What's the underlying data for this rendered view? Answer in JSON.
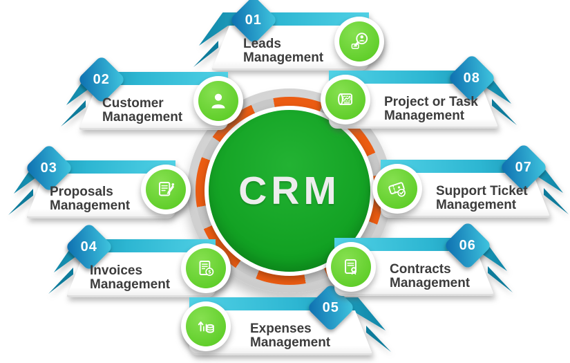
{
  "diagram_title": "CRM",
  "center": {
    "label": "CRM"
  },
  "colors": {
    "center_green": "#12a024",
    "icon_circle_green": "#6fd636",
    "ring_orange": "#eb5c12",
    "ring_gray": "#c8c8c8",
    "ribbon_teal": "#2db6d2",
    "ribbon_tail_teal": "#0d7b9b",
    "badge_blue_dark": "#0c6cae",
    "badge_blue_light": "#41c8e0",
    "label_text": "#3c3c3c"
  },
  "modules": [
    {
      "number": "01",
      "label": "Leads Management",
      "icon": "leads-search-person-icon",
      "position": "top"
    },
    {
      "number": "02",
      "label": "Customer Management",
      "icon": "customer-person-icon",
      "position": "upper-left"
    },
    {
      "number": "03",
      "label": "Proposals Management",
      "icon": "proposal-document-pen-icon",
      "position": "left"
    },
    {
      "number": "04",
      "label": "Invoices Management",
      "icon": "invoice-bill-coin-icon",
      "position": "lower-left"
    },
    {
      "number": "05",
      "label": "Expenses Management",
      "icon": "expenses-chart-coins-icon",
      "position": "bottom"
    },
    {
      "number": "06",
      "label": "Contracts Management",
      "icon": "contract-certificate-icon",
      "position": "lower-right"
    },
    {
      "number": "07",
      "label": "Support Ticket Management",
      "icon": "support-ticket-check-icon",
      "position": "right"
    },
    {
      "number": "08",
      "label": "Project or Task Management",
      "icon": "project-blueprint-chart-icon",
      "position": "upper-right"
    }
  ]
}
